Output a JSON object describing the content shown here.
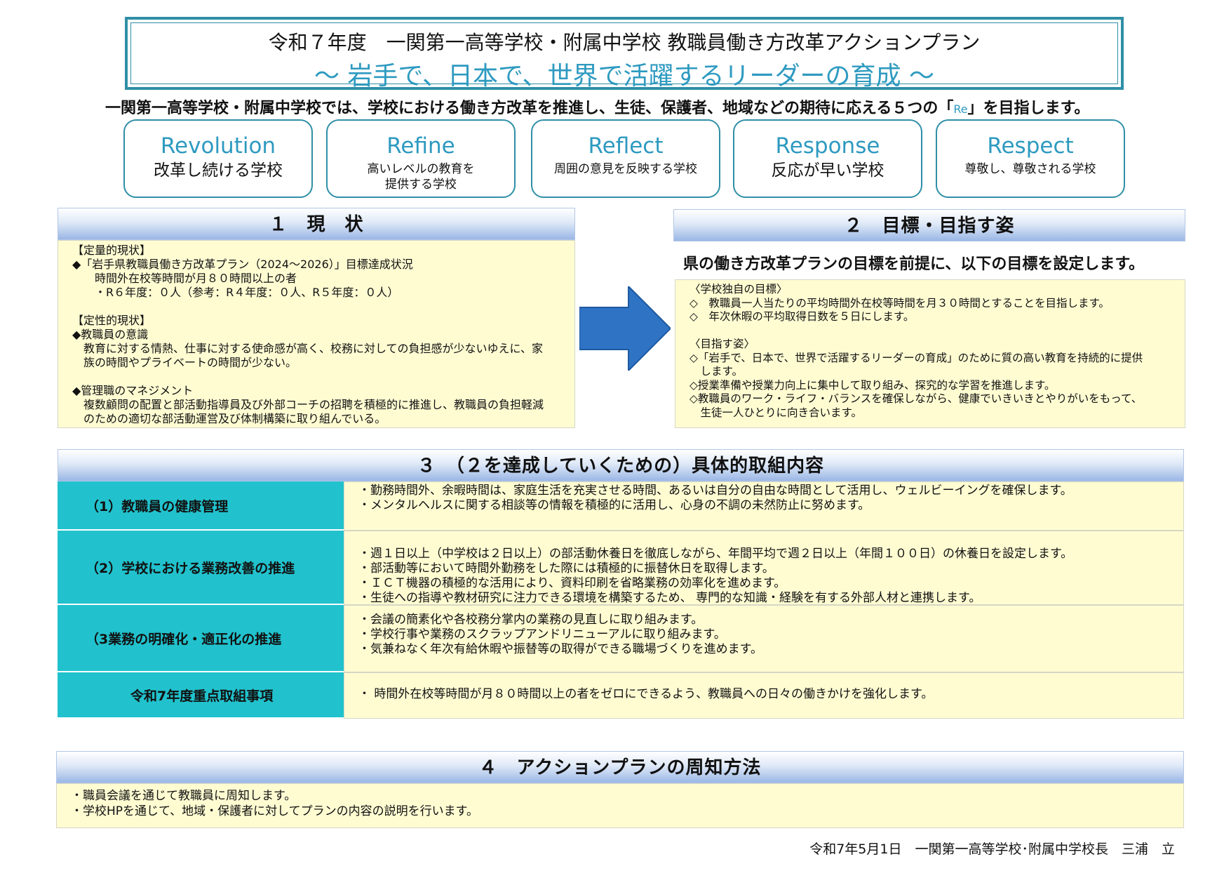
{
  "title": {
    "line1": "令和７年度　一関第一高等学校・附属中学校 教職員働き方改革アクションプラン",
    "line2": "～ 岩手で、日本で、世界で活躍するリーダーの育成 ～"
  },
  "intro": {
    "before": "一関第一高等学校・附属中学校では、学校における働き方改革を推進し、生徒、保護者、地域などの期待に応える５つの「",
    "re": "Re",
    "after": "」を目指します。"
  },
  "re_items": [
    {
      "en": "Revolution",
      "jp1": "改革し続ける学校",
      "jp2": ""
    },
    {
      "en": "Refine",
      "jp1": "高いレベルの教育を",
      "jp2": "提供する学校"
    },
    {
      "en": "Reflect",
      "jp1": "周囲の意見を反映する学校",
      "jp2": ""
    },
    {
      "en": "Response",
      "jp1": "反応が早い学校",
      "jp2": ""
    },
    {
      "en": "Respect",
      "jp1": "尊敬し、尊敬される学校",
      "jp2": ""
    }
  ],
  "sec1": {
    "heading": "１　現　状",
    "lines": [
      "【定量的現状】",
      "◆「岩手県教職員働き方改革プラン（2024～2026）」目標達成状況",
      "　　時間外在校等時間が月８０時間以上の者",
      "　　・R６年度：０人（参考：R４年度：０人、R５年度：０人）",
      "",
      "【定性的現状】",
      "◆教職員の意識",
      "　教育に対する情熱、仕事に対する使命感が高く、校務に対しての負担感が少ないゆえに、家",
      "　族の時間やプライベートの時間が少ない。",
      "",
      "◆管理職のマネジメント",
      "　複数顧問の配置と部活動指導員及び外部コーチの招聘を積極的に推進し、教職員の負担軽減",
      "　のための適切な部活動運営及び体制構築に取り組んでいる。"
    ]
  },
  "sec2": {
    "heading": "２　目標・目指す姿",
    "lead": "県の働き方改革プランの目標を前提に、以下の目標を設定します。",
    "lines": [
      "〈学校独自の目標〉",
      "◇　教職員一人当たりの平均時間外在校等時間を月３０時間とすることを目指します。",
      "◇　年次休暇の平均取得日数を５日にします。",
      "",
      "〈目指す姿〉",
      "◇「岩手で、日本で、世界で活躍するリーダーの育成」のために質の高い教育を持続的に提供",
      "　します。",
      "◇授業準備や授業力向上に集中して取り組み、探究的な学習を推進します。",
      "◇教職員のワーク・ライフ・バランスを確保しながら、健康でいきいきとやりがいをもって、",
      "　生徒一人ひとりに向き合います。"
    ]
  },
  "sec3": {
    "heading": "３　（２を達成していくための）具体的取組内容",
    "rows": [
      {
        "label": "（1）教職員の健康管理",
        "lines": [
          "・勤務時間外、余暇時間は、家庭生活を充実させる時間、あるいは自分の自由な時間として活用し、ウェルビーイングを確保します。",
          "・メンタルヘルスに関する相談等の情報を積極的に活用し、心身の不調の未然防止に努めます。"
        ]
      },
      {
        "label": "（2）学校における業務改善の推進",
        "lines": [
          "・週１日以上（中学校は２日以上）の部活動休養日を徹底しながら、年間平均で週２日以上（年間１００日）の休養日を設定します。",
          "・部活動等において時間外勤務をした際には積極的に振替休日を取得します。",
          "・ＩＣＴ機器の積極的な活用により、資料印刷を省略業務の効率化を進めます。",
          "・生徒への指導や教材研究に注力できる環境を構築するため、 専門的な知識・経験を有する外部人材と連携します。"
        ]
      },
      {
        "label": "（3業務の明確化・適正化の推進",
        "lines": [
          "・会議の簡素化や各校務分掌内の業務の見直しに取り組みます。",
          "・学校行事や業務のスクラップアンドリニューアルに取り組みます。",
          "・気兼ねなく年次有給休暇や振替等の取得ができる職場づくりを進めます。"
        ]
      },
      {
        "label": "令和7年度重点取組事項",
        "lines": [
          "・ 時間外在校等時間が月８０時間以上の者をゼロにできるよう、教職員への日々の働きかけを強化します。"
        ]
      }
    ]
  },
  "sec4": {
    "heading": "４　アクションプランの周知方法",
    "lines": [
      "・職員会議を通じて教職員に周知します。",
      "・学校HPを通じて、地域・保護者に対してプランの内容の説明を行います。"
    ]
  },
  "footer": "令和7年5月1日　一関第一高等学校･附属中学校長　三浦　立",
  "colors": {
    "accent": "#2e9ac0",
    "teal": "#21c2cd",
    "yellow": "#fffcd2",
    "arrow": "#2e73c4"
  }
}
